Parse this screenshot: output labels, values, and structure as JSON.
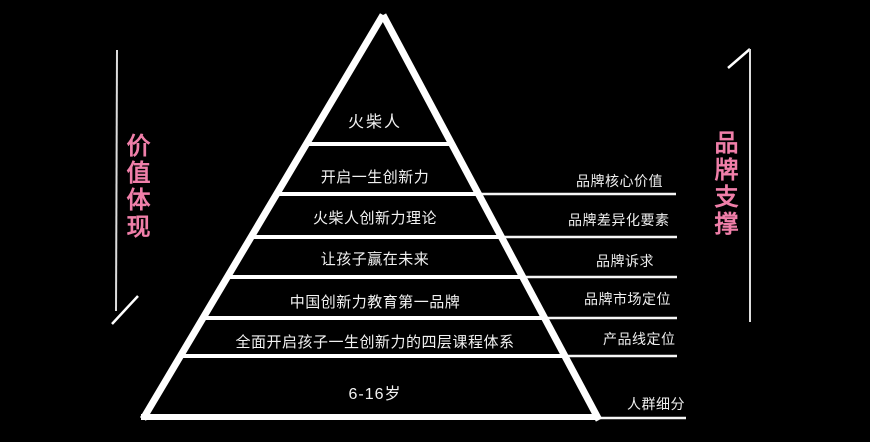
{
  "colors": {
    "background": "#000000",
    "accent_pink": "#f07fa9",
    "line_white": "#ffffff"
  },
  "left_axis": {
    "label": "价值体现"
  },
  "right_axis": {
    "label": "品牌支撑"
  },
  "pyramid": {
    "levels": [
      {
        "label": "火柴人"
      },
      {
        "label": "开启一生创新力",
        "right_label": "品牌核心价值"
      },
      {
        "label": "火柴人创新力理论",
        "right_label": "品牌差异化要素"
      },
      {
        "label": "让孩子赢在未来",
        "right_label": "品牌诉求"
      },
      {
        "label": "中国创新力教育第一品牌",
        "right_label": "品牌市场定位"
      },
      {
        "label": "全面开启孩子一生创新力的四层课程体系",
        "right_label": "产品线定位"
      },
      {
        "label": "6-16岁",
        "right_label": "人群细分"
      }
    ]
  }
}
